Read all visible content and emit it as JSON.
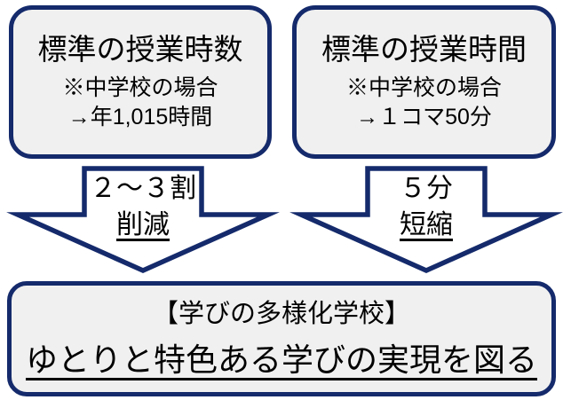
{
  "colors": {
    "outline_navy": "#142a6b",
    "box_fill_gray": "#f0f0f0",
    "arrow_fill": "#ffffff",
    "text": "#000000"
  },
  "top_boxes": [
    {
      "title": "標準の授業時数",
      "note1": "※中学校の場合",
      "note2": "→年1,015時間"
    },
    {
      "title": "標準の授業時間",
      "note1": "※中学校の場合",
      "note2": "→１コマ50分"
    }
  ],
  "arrows": [
    {
      "line1": "２～３割",
      "line2": "削減"
    },
    {
      "line1": "５分",
      "line2": "短縮"
    }
  ],
  "outcome": {
    "heading": "【学びの多様化学校】",
    "statement": "ゆとりと特色ある学びの実現を図る"
  }
}
